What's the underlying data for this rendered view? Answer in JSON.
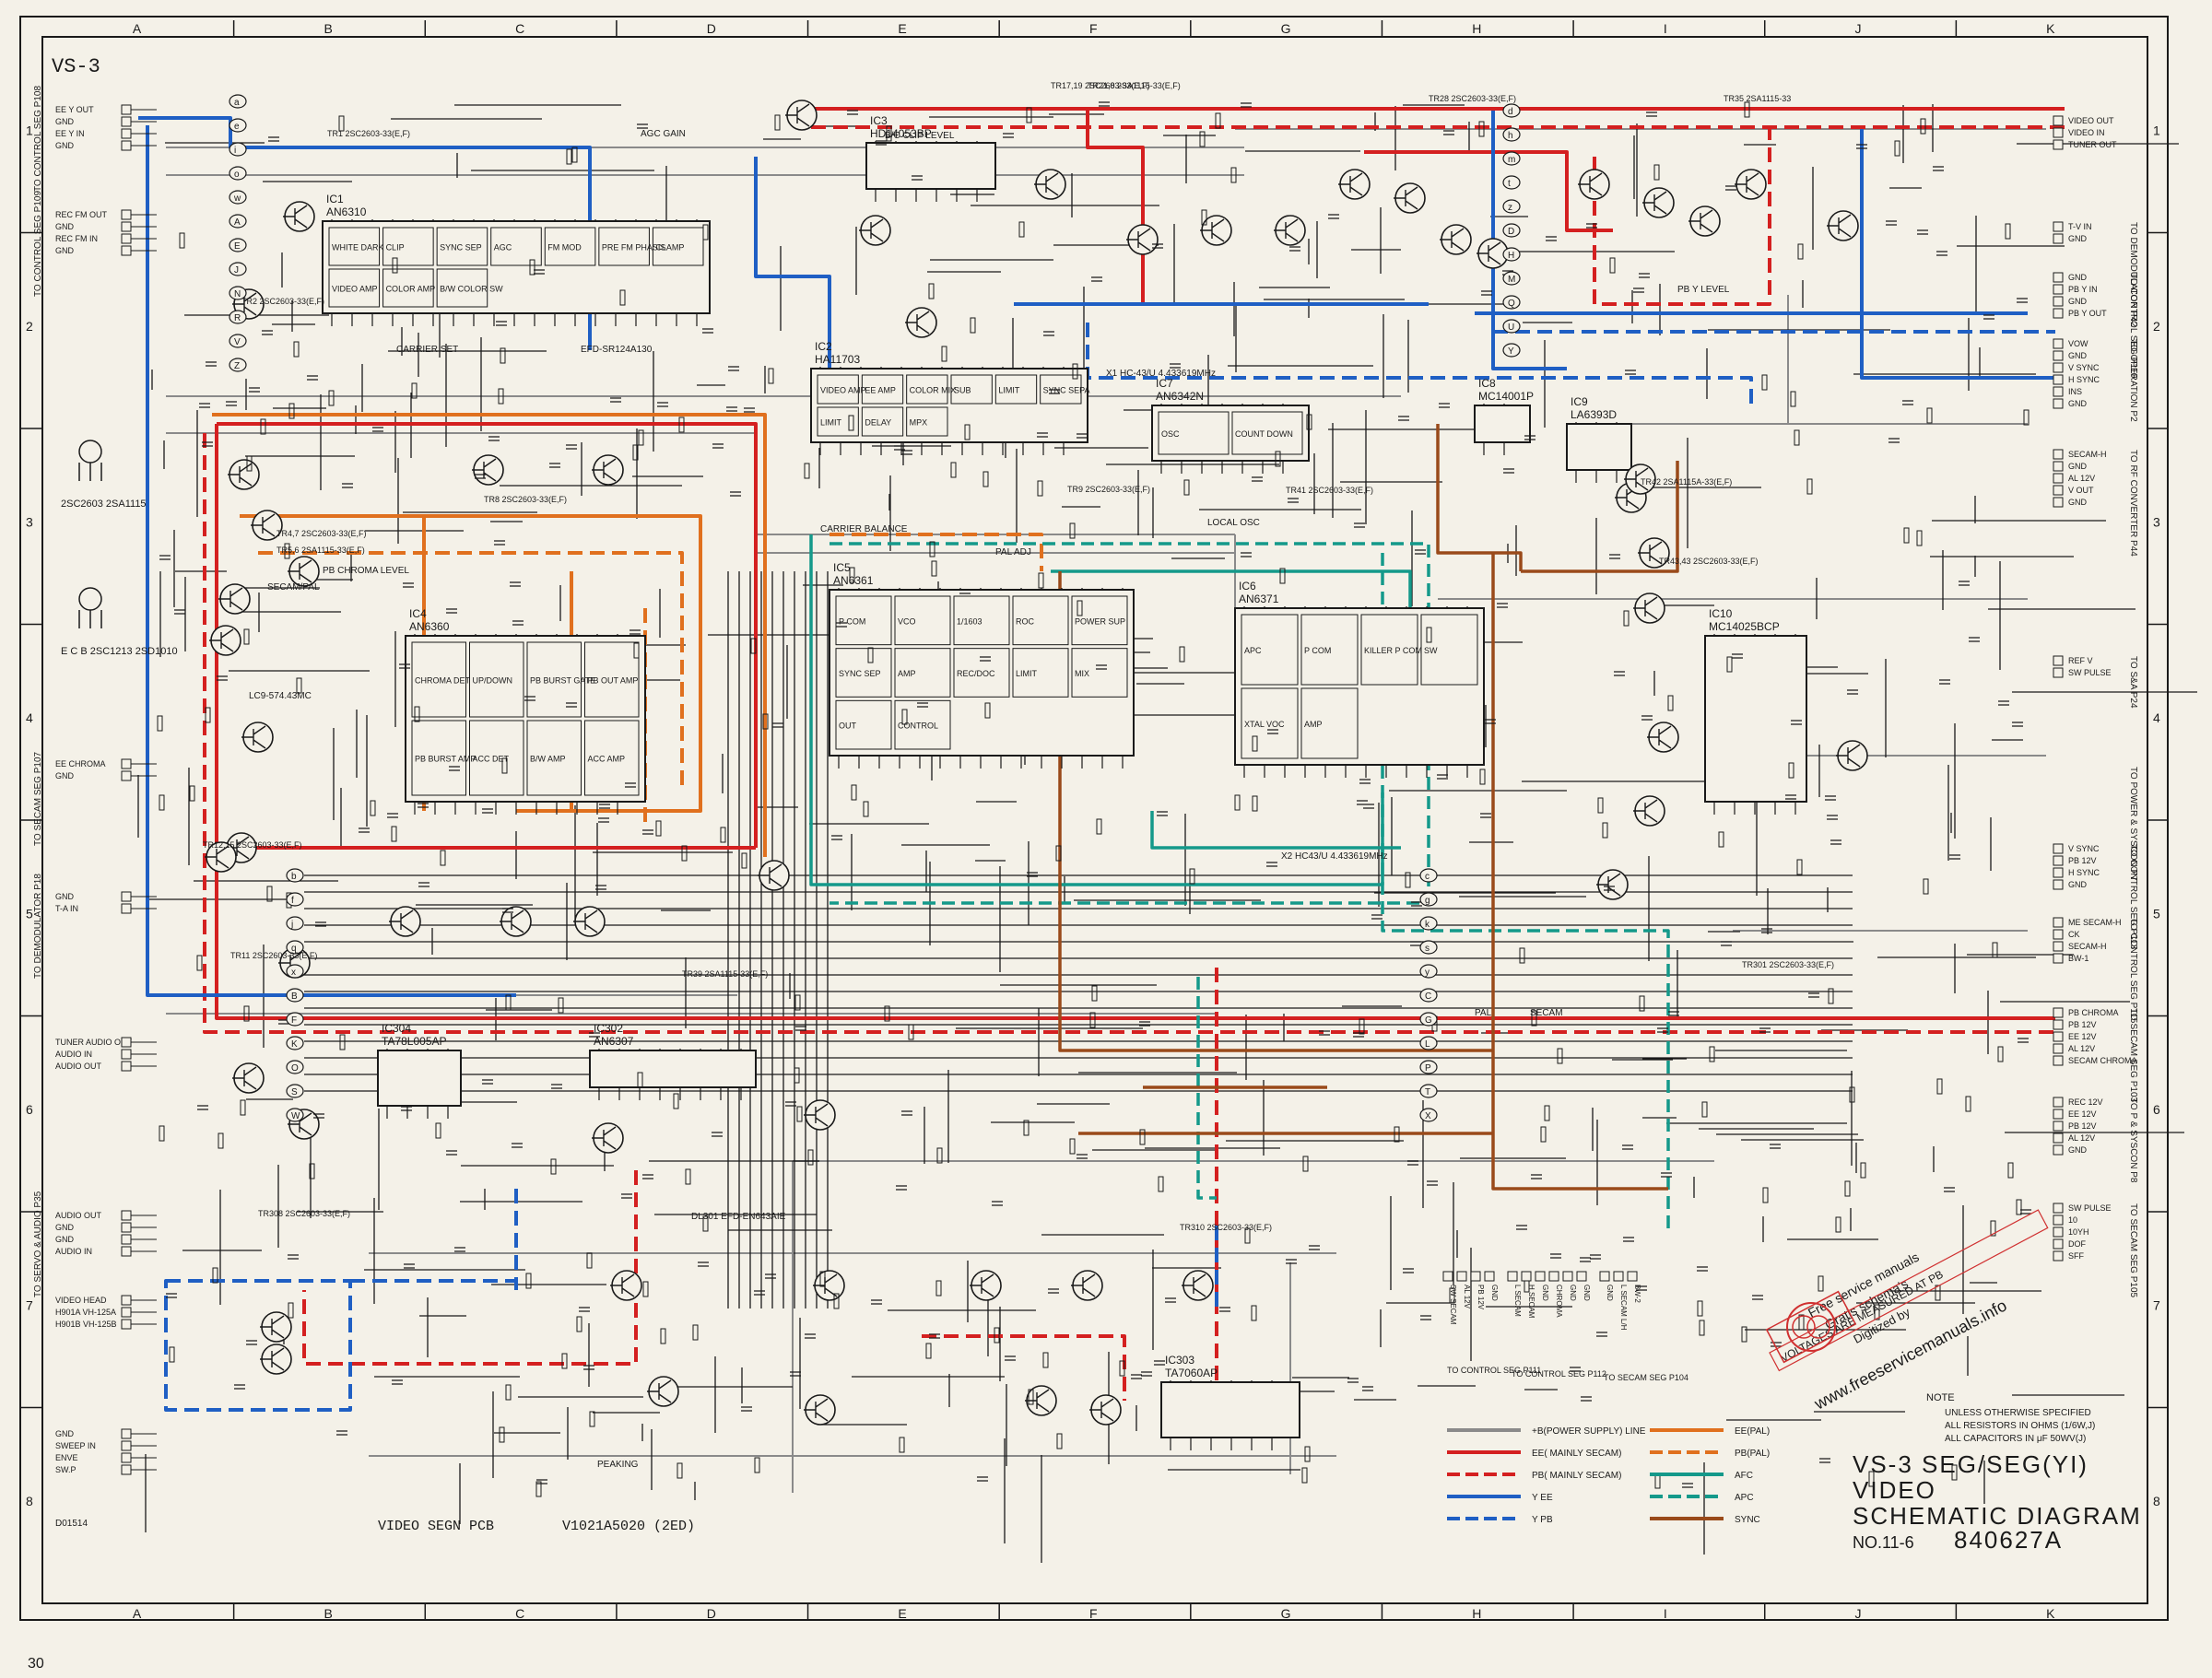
{
  "page": {
    "sheet_id": "VS-3",
    "page_number": "30",
    "board_label": "VIDEO SEGN PCB",
    "board_part": "V1021A5020 (2ED)",
    "corner_code": "D01514"
  },
  "grid": {
    "columns": [
      "A",
      "B",
      "C",
      "D",
      "E",
      "F",
      "G",
      "H",
      "I",
      "J",
      "K"
    ],
    "rows": [
      "1",
      "2",
      "3",
      "4",
      "5",
      "6",
      "7",
      "8"
    ]
  },
  "title_block": {
    "line1": "VS-3  SEG/SEG(YI)",
    "line2": "VIDEO",
    "line3": "SCHEMATIC DIAGRAM",
    "number_label": "NO.11-6",
    "number": "840627A"
  },
  "notes": {
    "heading": "NOTE",
    "line1": "UNLESS OTHERWISE SPECIFIED",
    "line2": "ALL RESISTORS IN OHMS (1/6W,J)",
    "line3": "ALL CAPACITORS IN μF 50WV(J)"
  },
  "watermark": {
    "line1": "Free service manuals",
    "line2": "Gratis schema's",
    "line3": "Digitized by",
    "line4": "www.freeservicemanuals.info",
    "voltages": "VOLTAGES ARE MEASURED AT PB"
  },
  "legend": {
    "left": [
      {
        "label": "+B(POWER SUPPLY) LINE",
        "color": "#8a8a8a",
        "style": "solid"
      },
      {
        "label": "EE( MAINLY SECAM)",
        "color": "#d42020",
        "style": "solid"
      },
      {
        "label": "PB( MAINLY SECAM)",
        "color": "#d42020",
        "style": "dashed"
      },
      {
        "label": "Y EE",
        "color": "#1f5fc4",
        "style": "solid"
      },
      {
        "label": "Y PB",
        "color": "#1f5fc4",
        "style": "dashed"
      }
    ],
    "right": [
      {
        "label": "EE(PAL)",
        "color": "#e0701e",
        "style": "solid"
      },
      {
        "label": "PB(PAL)",
        "color": "#e0701e",
        "style": "dashed"
      },
      {
        "label": "AFC",
        "color": "#14998a",
        "style": "solid"
      },
      {
        "label": "APC",
        "color": "#14998a",
        "style": "dashed"
      },
      {
        "label": "SYNC",
        "color": "#9a4a1a",
        "style": "solid"
      }
    ]
  },
  "connectors_left": [
    {
      "title": "TO CONTROL SEG P108",
      "pins": [
        "EE Y OUT",
        "GND",
        "EE Y IN",
        "GND"
      ]
    },
    {
      "title": "TO CONTROL SEG P109",
      "pins": [
        "REC FM OUT",
        "GND",
        "REC FM IN",
        "GND"
      ]
    },
    {
      "title": "TO SECAM SEG P107",
      "pins": [
        "EE CHROMA",
        "GND"
      ]
    },
    {
      "title": "TO DEMODULATOR P18",
      "pins": [
        "GND",
        "T-A IN"
      ]
    },
    {
      "title": "",
      "pins": [
        "TUNER AUDIO OUT",
        "AUDIO IN",
        "AUDIO OUT"
      ]
    },
    {
      "title": "TO SERVO & AUDIO P35",
      "pins": [
        "AUDIO OUT",
        "GND",
        "GND",
        "AUDIO IN"
      ]
    },
    {
      "title": "",
      "pins": [
        "VIDEO HEAD",
        "H901A VH-125A",
        "H901B VH-125B"
      ]
    },
    {
      "title": "",
      "pins": [
        "GND",
        "SWEEP IN",
        "ENVE",
        "SW.P"
      ]
    }
  ],
  "connectors_right": [
    {
      "title": "",
      "pins": [
        "VIDEO OUT",
        "VIDEO IN",
        "TUNER OUT"
      ]
    },
    {
      "title": "TO DEMODULATOR P42",
      "pins": [
        "T-V IN",
        "GND"
      ]
    },
    {
      "title": "TO CONTROL SEG P110",
      "pins": [
        "GND",
        "PB Y IN",
        "GND",
        "PB Y OUT"
      ]
    },
    {
      "title": "TO OPERATION P2",
      "pins": [
        "VOW",
        "GND",
        "V SYNC",
        "H SYNC",
        "INS",
        "GND"
      ]
    },
    {
      "title": "TO RF CONVERTER P44",
      "pins": [
        "SECAM-H",
        "GND",
        "AL 12V",
        "V OUT",
        "GND"
      ]
    },
    {
      "title": "TO S&A P24",
      "pins": [
        "REF V",
        "SW PULSE"
      ]
    },
    {
      "title": "TO POWER & SYSCON P7",
      "pins": []
    },
    {
      "title": "TO CONTROL SEG P113",
      "pins": [
        "V SYNC",
        "PB 12V",
        "H SYNC",
        "GND"
      ]
    },
    {
      "title": "TO CONTROL SEG P115",
      "pins": [
        "ME SECAM-H",
        "CK",
        "SECAM-H",
        "BW-1"
      ]
    },
    {
      "title": "TO SECAM SEG P103",
      "pins": [
        "PB CHROMA",
        "PB 12V",
        "EE 12V",
        "AL 12V",
        "SECAM CHROMA"
      ]
    },
    {
      "title": "TO P & SYSCON P8",
      "pins": [
        "REC 12V",
        "EE 12V",
        "PB 12V",
        "AL 12V",
        "GND"
      ]
    },
    {
      "title": "TO SECAM SEG P105",
      "pins": [
        "SW PULSE",
        "10",
        "10YH",
        "DOF",
        "SFF"
      ]
    }
  ],
  "connectors_bottom": [
    {
      "title": "TO CONTROL SEG P111",
      "pins": [
        "SW SECAM",
        "AL 12V",
        "PB 12V",
        "GND"
      ]
    },
    {
      "title": "TO CONTROL SEG P112",
      "pins": [
        "L SECAM",
        "H SECAM",
        "GND",
        "CHROMA",
        "GND",
        "GND"
      ]
    },
    {
      "title": "TO SECAM SEG P104",
      "pins": [
        "GND",
        "L SECAM L/H",
        "BW-2"
      ]
    }
  ],
  "ics": [
    {
      "ref": "IC1",
      "part": "AN6310",
      "blocks": [
        "WHITE DARK",
        "CLIP",
        "SYNC SEP",
        "AGC",
        "FM MOD",
        "PRE FM PHASIS",
        "CLAMP",
        "VIDEO AMP",
        "COLOR AMP",
        "B/W COLOR SW"
      ]
    },
    {
      "ref": "IC2",
      "part": "HA11703",
      "blocks": [
        "VIDEO AMP",
        "EE AMP",
        "COLOR MIX",
        "SUB",
        "LIMIT",
        "SYNC SEPA",
        "LIMIT",
        "DELAY",
        "MPX"
      ]
    },
    {
      "ref": "IC3",
      "part": "HD14053BP",
      "blocks": []
    },
    {
      "ref": "IC4",
      "part": "AN6360",
      "blocks": [
        "CHROMA DET",
        "UP/DOWN",
        "PB BURST GATE",
        "PB OUT AMP",
        "PB BURST AMP",
        "ACC DET",
        "B/W AMP",
        "ACC AMP"
      ]
    },
    {
      "ref": "IC5",
      "part": "AN6361",
      "blocks": [
        "P COM",
        "VCO",
        "1/1603",
        "ROC",
        "POWER SUP",
        "SYNC SEP",
        "AMP",
        "REC/DOC",
        "LIMIT",
        "MIX",
        "OUT",
        "CONTROL"
      ]
    },
    {
      "ref": "IC6",
      "part": "AN6371",
      "blocks": [
        "APC",
        "P COM",
        "KILLER P COM",
        "SW",
        "XTAL VOC",
        "AMP"
      ]
    },
    {
      "ref": "IC7",
      "part": "AN6342N",
      "blocks": [
        "OSC",
        "COUNT DOWN"
      ]
    },
    {
      "ref": "IC8",
      "part": "MC14001P",
      "blocks": []
    },
    {
      "ref": "IC9",
      "part": "LA6393D",
      "blocks": []
    },
    {
      "ref": "IC10",
      "part": "MC14025BCP",
      "blocks": []
    },
    {
      "ref": "IC302",
      "part": "AN6307",
      "blocks": []
    },
    {
      "ref": "IC303",
      "part": "TA7060AP",
      "blocks": []
    },
    {
      "ref": "IC304",
      "part": "TA78L005AP",
      "blocks": []
    }
  ],
  "transistor_labels": [
    "TR1 2SC2603-33(E,F)",
    "TR2 2SC2603-33(E,F)",
    "TR4,7 2SC2603-33(E,F)",
    "TR5,6 2SA1115-33(E,F)",
    "TR8 2SC2603-33(E,F)",
    "TR9 2SC2603-33(E,F)",
    "TR11 2SC2603-33(E,F)",
    "TR12,15 2SC2603-33(E,F)",
    "TR17,19 2SC2603-33(E,F)",
    "TR21,8 2SA1115-33(E,F)",
    "TR28 2SC2603-33(E,F)",
    "TR35 2SA1115-33",
    "TR39 2SA1115-33(E,F)",
    "TR41 2SC2603-33(E,F)",
    "TR42 2SA1115A-33(E,F)",
    "TR43,43 2SC2603-33(E,F)",
    "TR301 2SC2603-33(E,F)",
    "TR308 2SC2603-33(E,F)",
    "TR310 2SC2603-33(E,F)"
  ],
  "component_key": [
    {
      "label": "2SC2603 2SA1115"
    },
    {
      "label": "E C B 2SC1213 2SD1010"
    }
  ],
  "annotations": [
    "AGC GAIN",
    "CARRIER SET",
    "PB CHROMA LEVEL",
    "B/C CLIP LEVEL",
    "CARRIER BALANCE",
    "PAL ADJ",
    "LOCAL OSC",
    "PB Y LEVEL",
    "PEAKING",
    "X1 HC-43/U 4.433619MHz",
    "X2 HC43/U 4.433619MHz",
    "EFD-SR124A130",
    "LC9-574.43MC",
    "DL301 EFD-EN643AIE",
    "SECAM/PAL",
    "PAL",
    "SECAM"
  ],
  "signal_tags": [
    "a",
    "b",
    "c",
    "d",
    "e",
    "f",
    "g",
    "h",
    "i",
    "j",
    "k",
    "m",
    "o",
    "q",
    "s",
    "t",
    "w",
    "x",
    "y",
    "z",
    "A",
    "B",
    "C",
    "D",
    "E",
    "F",
    "G",
    "H",
    "J",
    "K",
    "L",
    "M",
    "N",
    "O",
    "P",
    "Q",
    "R",
    "S",
    "T",
    "U",
    "V",
    "W",
    "X",
    "Y",
    "Z"
  ],
  "colors": {
    "paper": "#f4f1e8",
    "ink": "#1a1a1a",
    "secam_red": "#d42020",
    "y_blue": "#1f5fc4",
    "pal_orange": "#e0701e",
    "afc_teal": "#14998a",
    "sync_brown": "#9a4a1a",
    "power_gray": "#8a8a8a",
    "watermark": "#d03030"
  }
}
